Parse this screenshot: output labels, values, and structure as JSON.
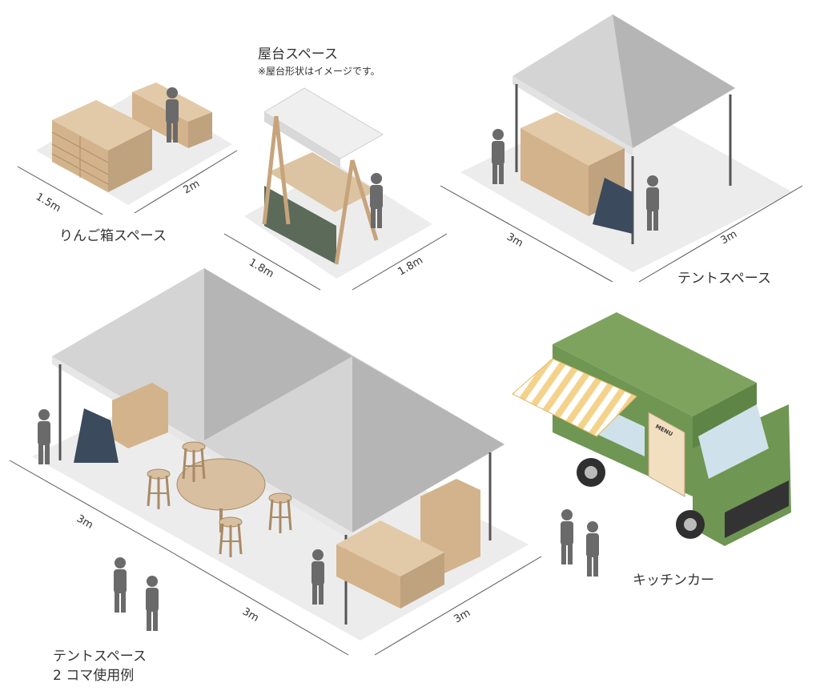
{
  "labels": {
    "apple_box": "りんご箱スペース",
    "stall_title": "屋台スペース",
    "stall_note": "※屋台形状はイメージです。",
    "tent": "テントスペース",
    "tent_two_line1": "テントスペース",
    "tent_two_line2": "2 コマ使用例",
    "kitchen_car": "キッチンカー"
  },
  "dimensions": {
    "apple_w": "1.5m",
    "apple_d": "2m",
    "stall_w": "1.8m",
    "stall_d": "1.8m",
    "tent_w": "3m",
    "tent_d": "3m",
    "tent2_w": "3m",
    "tent2_d": "3m",
    "tent2_d2": "3m"
  },
  "truck": {
    "menu_title": "MENU"
  },
  "colors": {
    "floor": "#ececec",
    "canopy_light": "#d4d4d4",
    "canopy_dark": "#b5b5b5",
    "wood": "#d8bf9f",
    "wood_dark": "#bfa27e",
    "person": "#6a6a6a",
    "truck_green": "#6f9652",
    "signboard": "#3b4a5c",
    "awning_stripe": "#f3d38a"
  }
}
